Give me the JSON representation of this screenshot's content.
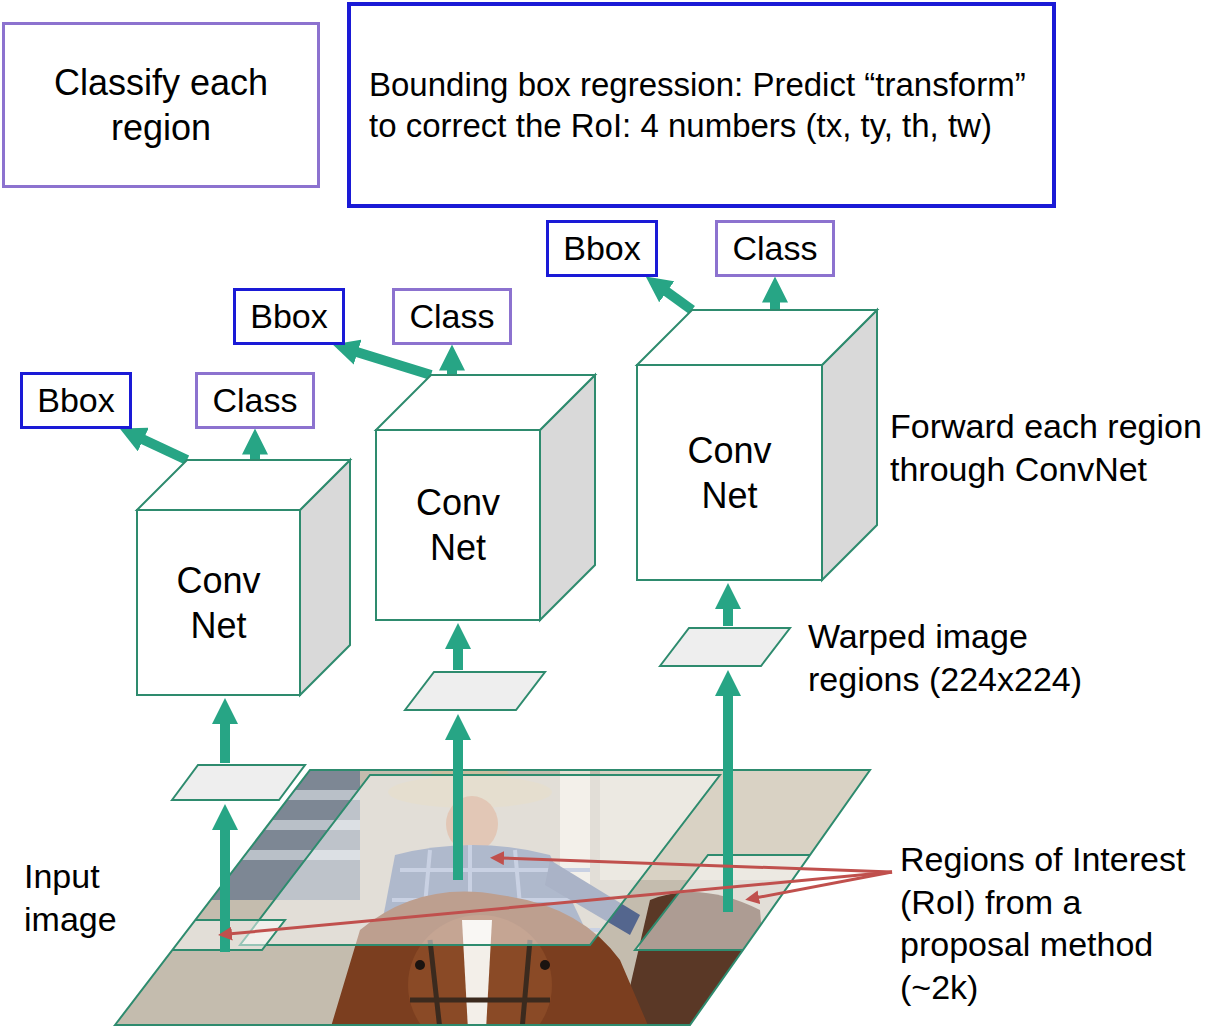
{
  "diagram": {
    "nodes": [
      {
        "text": [
          "Classify each region"
        ]
      },
      {
        "text": [
          "Bounding box regression: Predict “transform” to correct the RoI: 4 numbers (tx, ty, th, tw)"
        ]
      },
      {
        "text": [
          "Bbox"
        ]
      },
      {
        "text": [
          "Class"
        ]
      },
      {
        "text": [
          "Bbox"
        ]
      },
      {
        "text": [
          "Class"
        ]
      },
      {
        "text": [
          "Bbox"
        ]
      },
      {
        "text": [
          "Class"
        ]
      },
      {
        "text": [
          "Conv Net"
        ]
      },
      {
        "text": [
          "Conv Net"
        ]
      },
      {
        "text": [
          "Conv Net"
        ]
      }
    ],
    "edges": [
      {
        "from": 8,
        "to": 2,
        "arrow": "to"
      },
      {
        "from": 8,
        "to": 3,
        "arrow": "to"
      },
      {
        "from": 9,
        "to": 4,
        "arrow": "to"
      },
      {
        "from": 9,
        "to": 5,
        "arrow": "to"
      },
      {
        "from": 10,
        "to": 6,
        "arrow": "to"
      },
      {
        "from": 10,
        "to": 7,
        "arrow": "to"
      }
    ],
    "labels": [
      "Forward each region through ConvNet",
      "Warped image regions (224x224)",
      "Input image",
      "Regions of Interest (RoI) from a proposal method (~2k)"
    ]
  }
}
